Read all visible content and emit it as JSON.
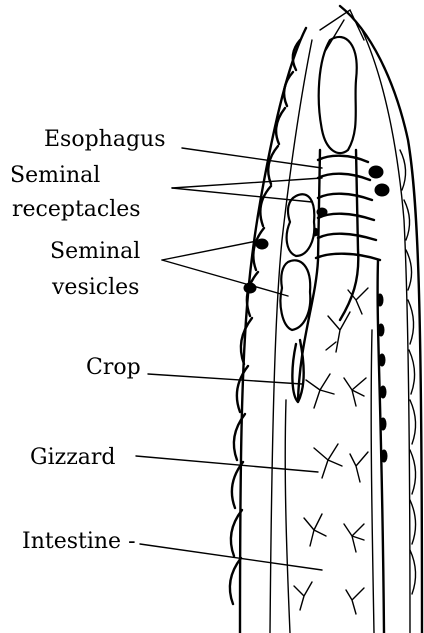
{
  "labels": {
    "esophagus": "Esophagus",
    "seminal_receptacles_1": "Seminal",
    "seminal_receptacles_2": "receptacles",
    "seminal_vesicles_1": "Seminal",
    "seminal_vesicles_2": "vesicles",
    "crop": "Crop",
    "gizzard": "Gizzard",
    "intestine": "Intestine -"
  }
}
